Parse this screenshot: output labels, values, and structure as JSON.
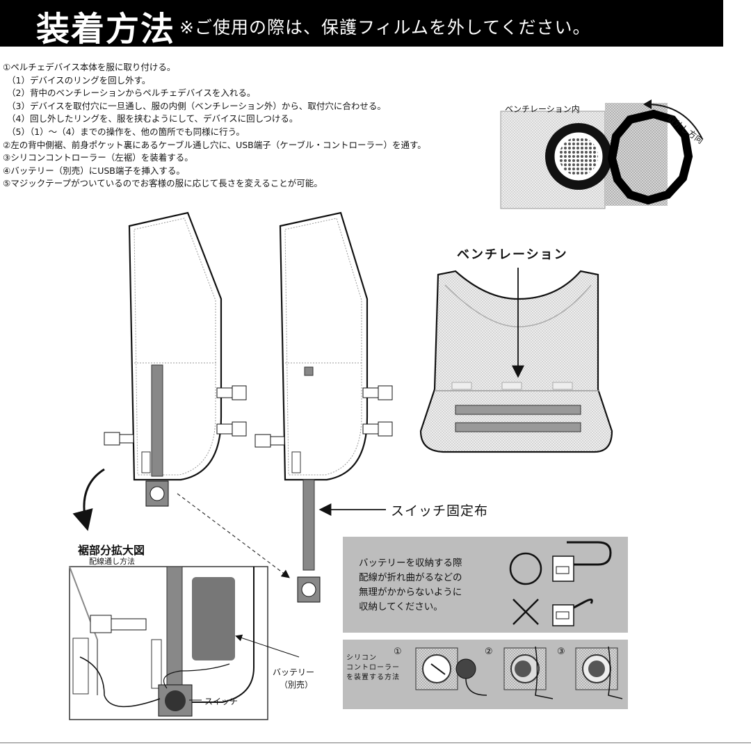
{
  "header": {
    "title": "装着方法",
    "notice": "※ご使用の際は、保護フィルムを外してください。"
  },
  "instructions": [
    "①ペルチェデバイス本体を服に取り付ける。",
    "（1）デバイスのリングを回し外す。",
    "（2）背中のベンチレーションからペルチェデバイスを入れる。",
    "（3）デバイスを取付穴に一旦通し、服の内側（ベンチレーション外）から、取付穴に合わせる。",
    "（4）回し外したリングを、服を挟むようにして、デバイスに回しつける。",
    "（5）（1）～（4）までの操作を、他の箇所でも同様に行う。",
    "②左の背中側裾、前身ポケット裏にあるケーブル通し穴に、USB端子（ケーブル・コントローラー）を通す。",
    "③シリコンコントローラー（左裾）を装着する。",
    "④バッテリー（別売）にUSB端子を挿入する。",
    "⑤マジックテープがついているのでお客様の服に応じて長さを変えることが可能。"
  ],
  "device_diagram": {
    "inside_label": "ベンチレーション内",
    "direction_label": "取外し方向"
  },
  "back_view": {
    "ventilation_label": "ベンチレーション"
  },
  "switch_cloth_label": "スイッチ固定布",
  "enlarged_view": {
    "title": "裾部分拡大図",
    "subtitle": "配線通し方法",
    "battery_label": "バッテリー",
    "battery_note": "（別売）",
    "switch_label": "スイッチ"
  },
  "storage_note": {
    "lines": [
      "バッテリーを収納する際",
      "配線が折れ曲がるなどの",
      "無理がかからないように",
      "収納してください。"
    ],
    "ok_symbol": "○",
    "ng_symbol": "×"
  },
  "controller_steps": {
    "caption": [
      "シリコン",
      "コントローラー",
      "を装置する方法"
    ],
    "step_numbers": [
      "①",
      "②",
      "③"
    ]
  }
}
